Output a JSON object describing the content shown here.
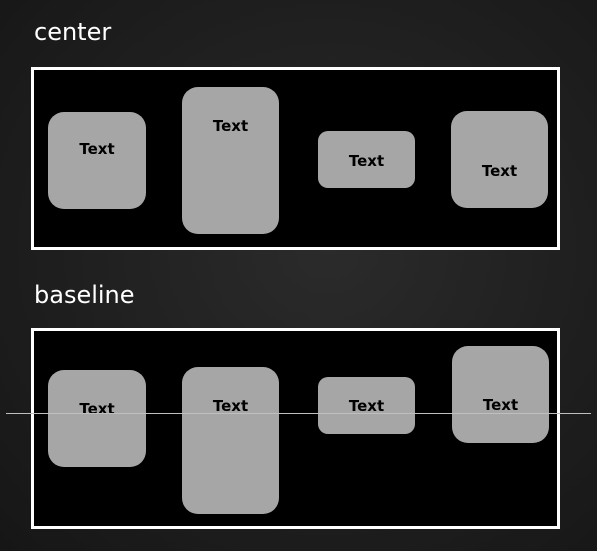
{
  "sections": {
    "center": {
      "title": "center",
      "items": [
        "Text",
        "Text",
        "Text",
        "Text"
      ]
    },
    "baseline": {
      "title": "baseline",
      "items": [
        "Text",
        "Text",
        "Text",
        "Text"
      ]
    }
  },
  "colors": {
    "background": "#1f1f1f",
    "container": "#000000",
    "container_border": "#ffffff",
    "item_fill": "#a6a6a6",
    "item_text": "#000000",
    "baseline_line": "#bfbfbf"
  }
}
